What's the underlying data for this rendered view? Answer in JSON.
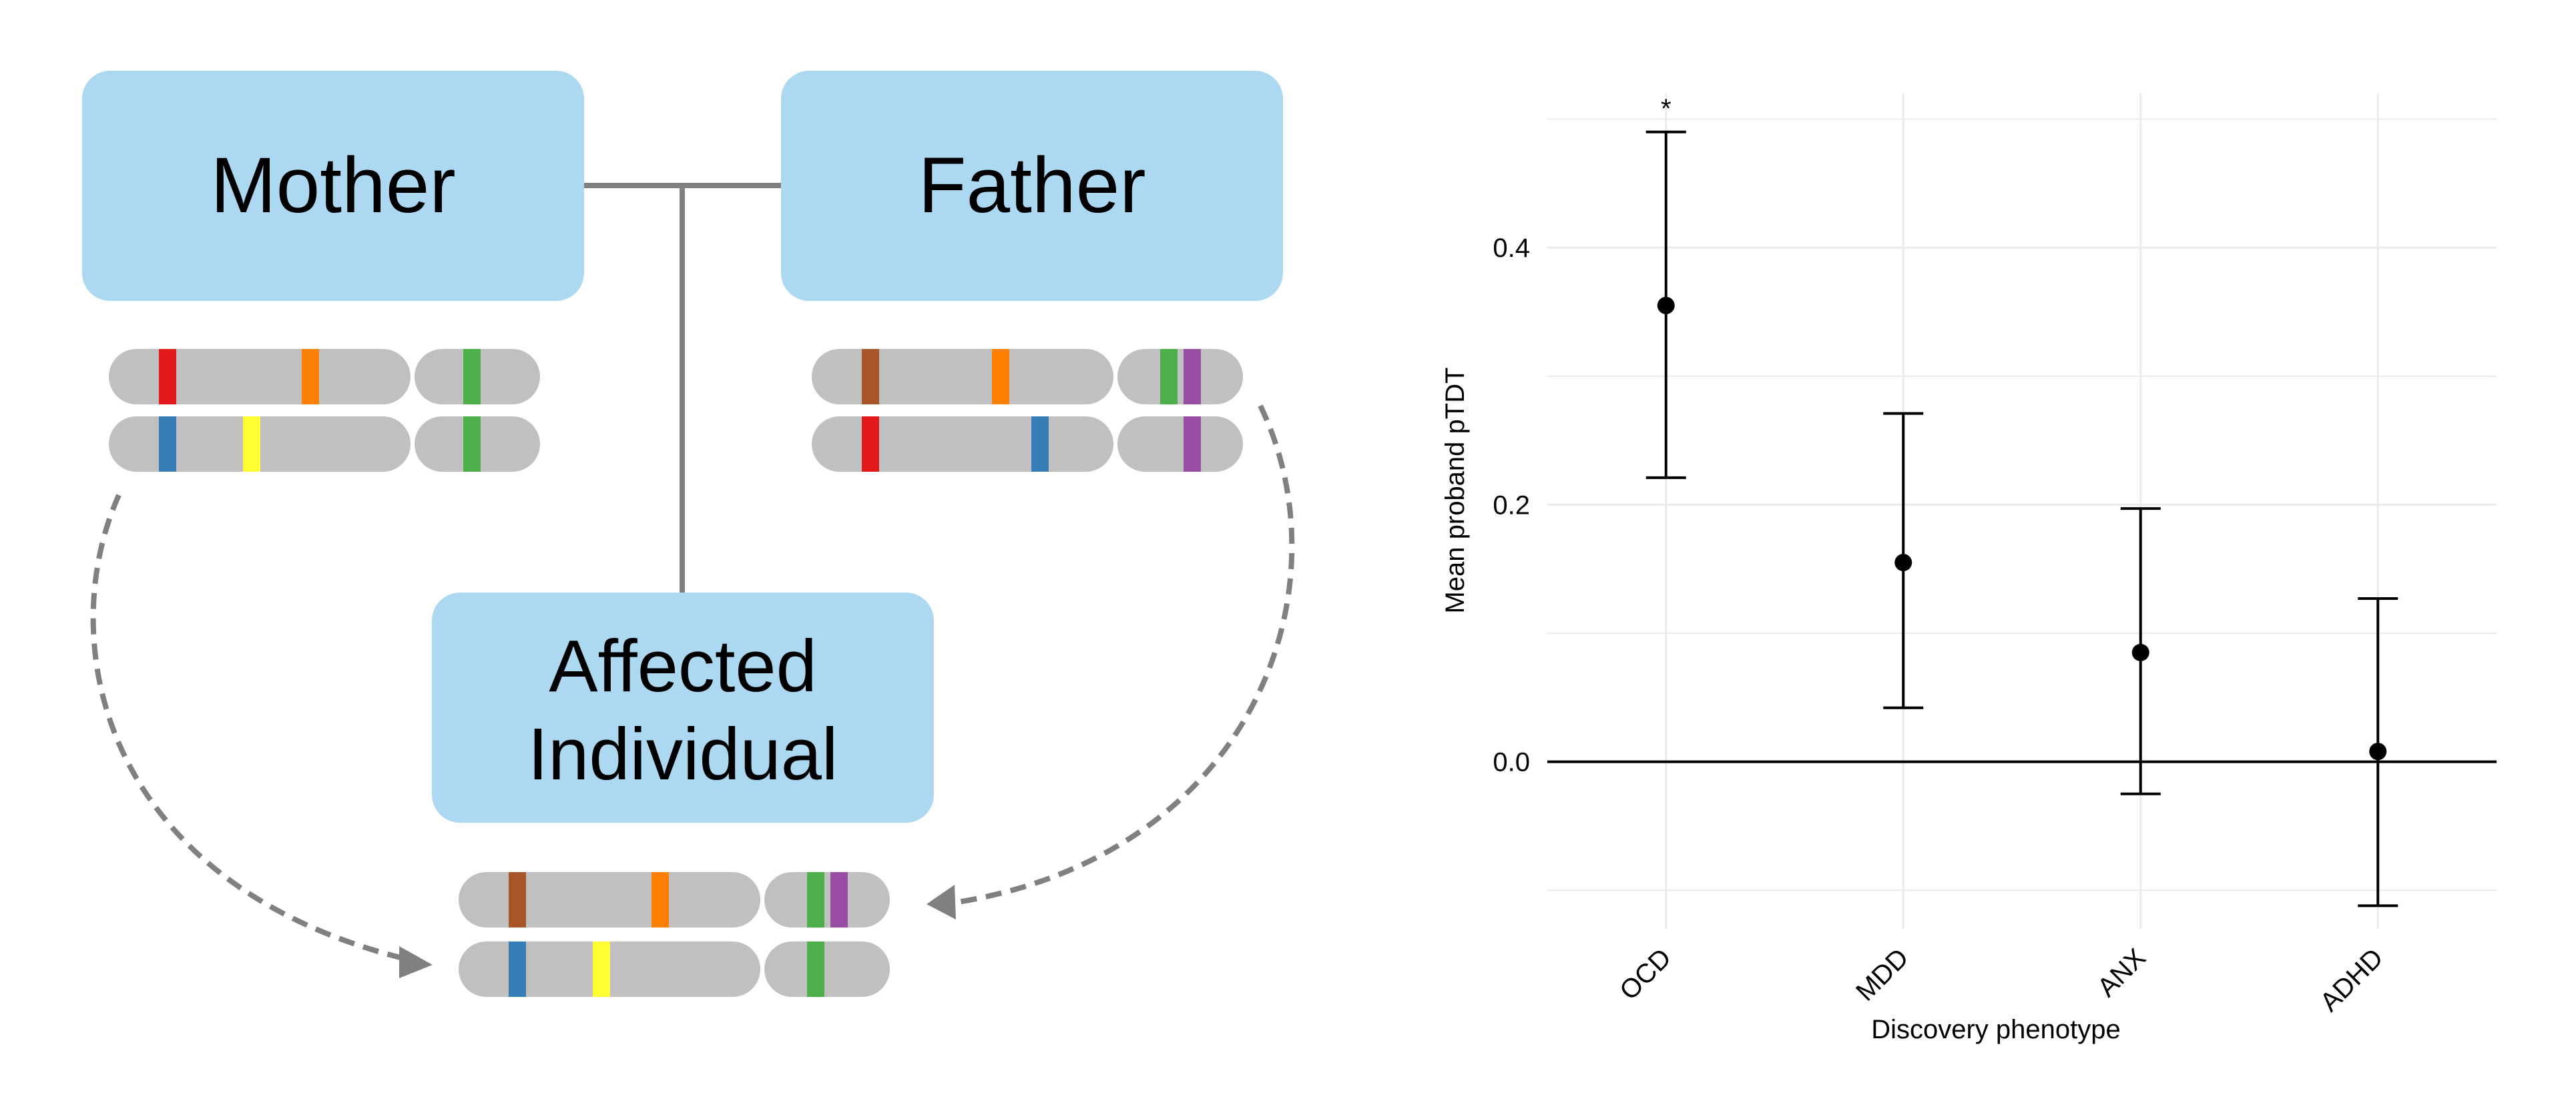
{
  "pedigree": {
    "mother_label": "Mother",
    "father_label": "Father",
    "child_label_line1": "Affected",
    "child_label_line2": "Individual",
    "box_color": "#ADD8F2",
    "line_color": "#808080",
    "chromosome_color": "#C0C0C0",
    "band_colors": {
      "red": "#E31A1C",
      "orange": "#FF7F00",
      "green": "#4DAF4A",
      "blue": "#377EB8",
      "yellow": "#FFFF33",
      "brown": "#A65628",
      "purple": "#984EA3"
    }
  },
  "chart_data": {
    "type": "scatter",
    "title": "",
    "xlabel": "Discovery phenotype",
    "ylabel": "Mean proband pTDT",
    "categories": [
      "OCD",
      "MDD",
      "ANX",
      "ADHD"
    ],
    "values": [
      0.355,
      0.155,
      0.085,
      0.008
    ],
    "ci_low": [
      0.221,
      0.042,
      -0.025,
      -0.112
    ],
    "ci_high": [
      0.49,
      0.271,
      0.197,
      0.127
    ],
    "annotations": [
      "*",
      "",
      "",
      ""
    ],
    "y_ticks": [
      0.0,
      0.2,
      0.4
    ],
    "y_tick_labels": [
      "0.0",
      "0.2",
      "0.4"
    ],
    "ylim": [
      -0.13,
      0.52
    ],
    "reference_line": 0,
    "grid": true,
    "point_color": "#000000",
    "grid_color": "#EBEBEB"
  }
}
